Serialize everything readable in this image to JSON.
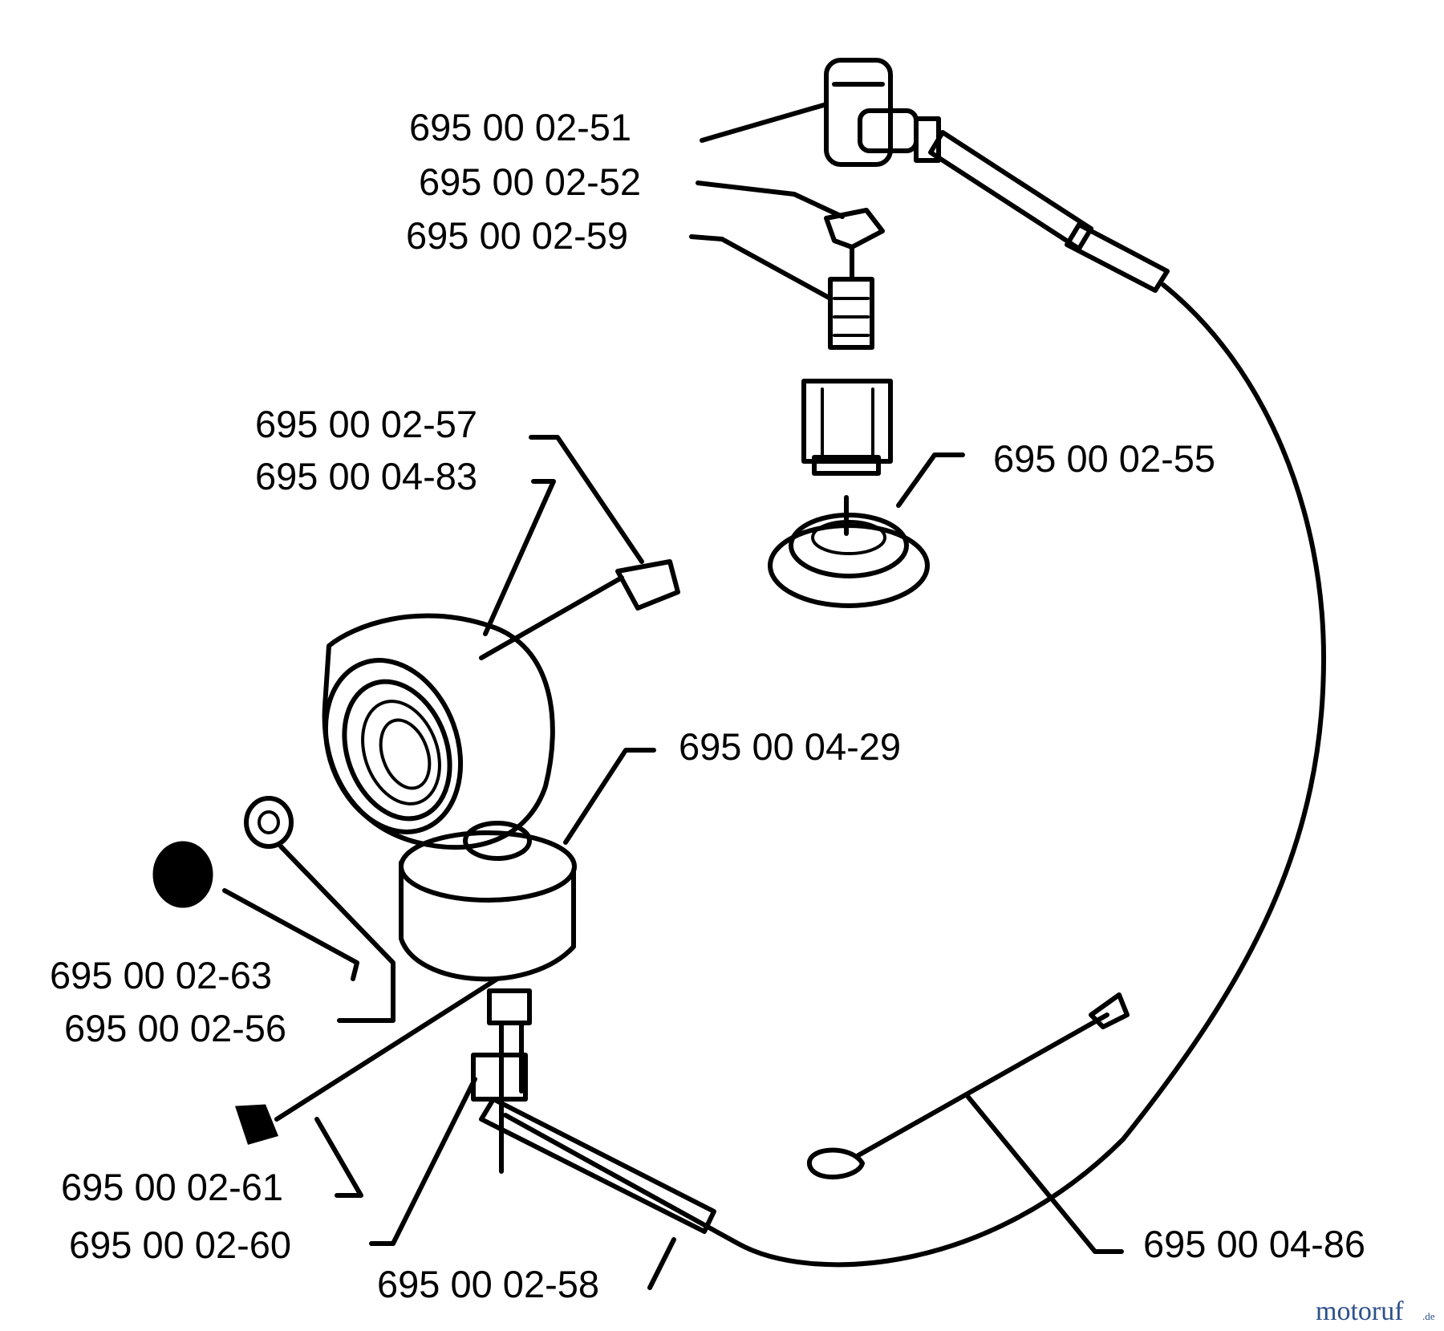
{
  "labels": {
    "p_02_51": "695 00 02-51",
    "p_02_52": "695 00 02-52",
    "p_02_59": "695 00 02-59",
    "p_02_57": "695 00 02-57",
    "p_04_83": "695 00 04-83",
    "p_02_55": "695 00 02-55",
    "p_04_29": "695 00 04-29",
    "p_02_63": "695 00 02-63",
    "p_02_56": "695 00 02-56",
    "p_02_61": "695 00 02-61",
    "p_02_60": "695 00 02-60",
    "p_02_58": "695 00 02-58",
    "p_04_86": "695 00 04-86"
  },
  "watermark": {
    "text": "motoruf",
    "suffix": ".de"
  },
  "colors": {
    "line": "#000000",
    "background": "#ffffff",
    "watermark": "#2b4f8a"
  }
}
